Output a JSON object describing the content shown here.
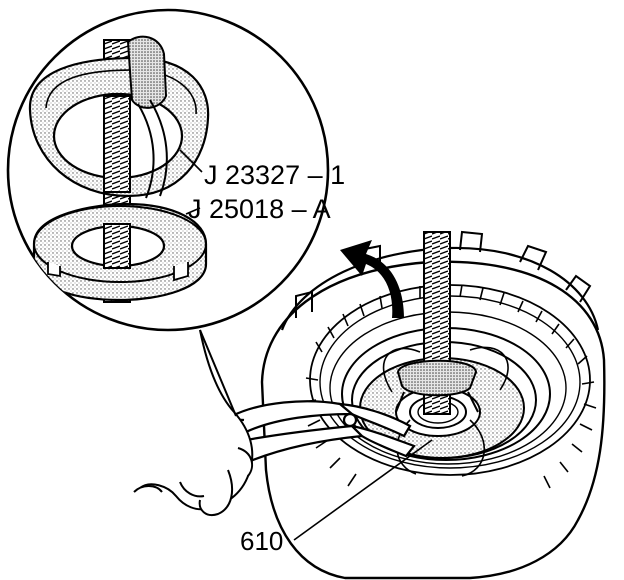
{
  "labels": {
    "tool_1": "J 23327 – 1",
    "tool_2": "J 25018 – A",
    "part_ref": "610"
  },
  "colors": {
    "ink": "#000000",
    "paper": "#ffffff",
    "stipple": "#9a9a9a"
  }
}
